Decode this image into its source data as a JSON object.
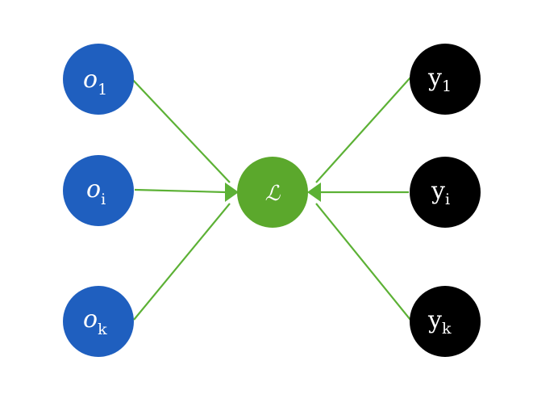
{
  "colors": {
    "input_node": "#1f5fbf",
    "target_node": "#000000",
    "loss_node": "#5ba82c",
    "edge": "#5cb135",
    "label": "#ffffff"
  },
  "nodes": {
    "o1": {
      "base": "o",
      "sub": "1"
    },
    "oi": {
      "base": "o",
      "sub": "i"
    },
    "ok": {
      "base": "o",
      "sub": "k"
    },
    "loss": {
      "base": "ℒ",
      "sub": ""
    },
    "y1": {
      "base": "y",
      "sub": "1"
    },
    "yi": {
      "base": "y",
      "sub": "i"
    },
    "yk": {
      "base": "y",
      "sub": "k"
    }
  }
}
